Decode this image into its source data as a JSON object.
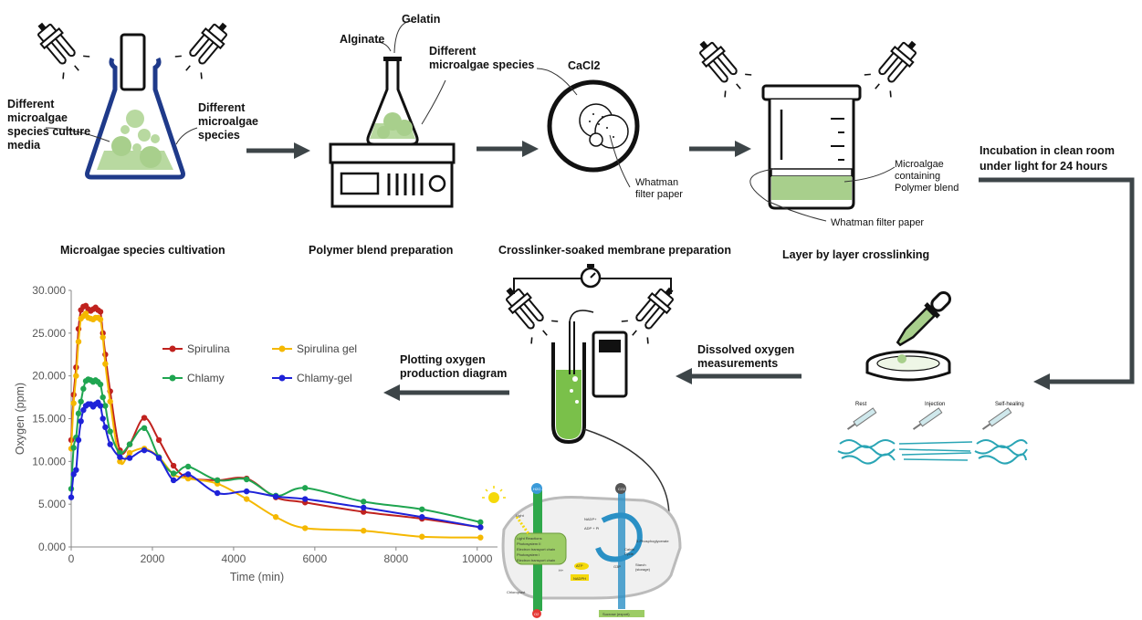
{
  "labels": {
    "media": "Different\nmicroalgae\nspecies culture\nmedia",
    "species": "Different\nmicroalgae\nspecies",
    "gelatin": "Gelatin",
    "alginate": "Alginate",
    "species2": "Different\nmicroalgae species",
    "cacl2": "CaCl2",
    "whatman1": "Whatman\nfilter paper",
    "mc_polymer": "Microalgae\ncontaining\nPolymer blend",
    "whatman2": "Whatman filter paper",
    "incubation": "Incubation in clean room\nunder light for 24 hours",
    "do_meas": "Dissolved oxygen\nmeasurements",
    "plotting": "Plotting oxygen\nproduction diagram",
    "rest": "Rest",
    "injection": "Injection",
    "selfheal": "Self-healing"
  },
  "captions": {
    "step1": "Microalgae species cultivation",
    "step2": "Polymer blend preparation",
    "step3": "Crosslinker-soaked membrane preparation",
    "step4": "Layer by layer crosslinking"
  },
  "colors": {
    "arrow": "#3d4548",
    "green": "#a8cf8c",
    "navy": "#1f3a8a",
    "teal": "#2aa5b5"
  },
  "chart_data": {
    "type": "line",
    "xlabel": "Time (min)",
    "ylabel": "Oxygen (ppm)",
    "xlim": [
      0,
      10500
    ],
    "ylim": [
      0,
      30
    ],
    "xticks": [
      "0",
      "2000",
      "4000",
      "6000",
      "8000",
      "10000"
    ],
    "yticks": [
      "0.000",
      "5.000",
      "10.000",
      "15.000",
      "20.000",
      "25.000",
      "30.000"
    ],
    "legend_position": "top-center",
    "series": [
      {
        "name": "Spirulina",
        "color": "#c0221e",
        "x": [
          0,
          60,
          120,
          180,
          240,
          300,
          360,
          420,
          480,
          540,
          600,
          660,
          720,
          780,
          840,
          960,
          1200,
          1440,
          1800,
          2160,
          2520,
          2880,
          3600,
          4320,
          5040,
          5760,
          7200,
          8640,
          10080
        ],
        "y": [
          12.5,
          17.8,
          21,
          25.5,
          27.7,
          28.1,
          28.2,
          27.8,
          27.6,
          27.8,
          28,
          27.7,
          27.5,
          25,
          22.5,
          18.2,
          11.3,
          12,
          15.1,
          12.5,
          9.5,
          8.1,
          7.8,
          8,
          5.8,
          5.2,
          4.1,
          3.3,
          2.3
        ]
      },
      {
        "name": "Spirulina gel",
        "color": "#f5b800",
        "x": [
          0,
          60,
          120,
          180,
          240,
          300,
          360,
          420,
          480,
          540,
          600,
          660,
          720,
          780,
          840,
          960,
          1200,
          1440,
          1800,
          2160,
          2520,
          2880,
          3600,
          4320,
          5040,
          5760,
          7200,
          8640,
          10080
        ],
        "y": [
          11.5,
          16.8,
          20,
          24,
          26.7,
          27,
          27.3,
          26.8,
          26.7,
          26.6,
          26.8,
          26.8,
          26.6,
          24.5,
          21.4,
          17,
          10,
          11,
          11.5,
          10.5,
          8.5,
          8,
          7.4,
          5.6,
          3.5,
          2.2,
          1.9,
          1.2,
          1.1
        ]
      },
      {
        "name": "Chlamy",
        "color": "#1fa550",
        "x": [
          0,
          60,
          120,
          180,
          240,
          300,
          360,
          420,
          480,
          540,
          600,
          660,
          720,
          780,
          840,
          960,
          1200,
          1440,
          1800,
          2160,
          2520,
          2880,
          3600,
          4320,
          5040,
          5760,
          7200,
          8640,
          10080
        ],
        "y": [
          6.8,
          11.6,
          12.8,
          15.6,
          17,
          18.5,
          19.4,
          19.6,
          19.5,
          19.3,
          19.5,
          19.3,
          19,
          17.5,
          16.5,
          13.5,
          11,
          12,
          13.9,
          10.5,
          8.6,
          9.4,
          7.8,
          7.9,
          6,
          6.9,
          5.3,
          4.4,
          2.9
        ]
      },
      {
        "name": "Chlamy-gel",
        "color": "#1e22d8",
        "x": [
          0,
          60,
          120,
          180,
          240,
          300,
          360,
          420,
          480,
          540,
          600,
          660,
          720,
          780,
          840,
          960,
          1200,
          1440,
          1800,
          2160,
          2520,
          2880,
          3600,
          4320,
          5040,
          5760,
          7200,
          8640,
          10080
        ],
        "y": [
          5.8,
          8.5,
          9,
          12.5,
          14.7,
          16,
          16.5,
          16.7,
          16.7,
          16.4,
          16.7,
          16.9,
          16.5,
          15,
          14,
          12,
          10.5,
          10.4,
          11.3,
          10.4,
          7.8,
          8.5,
          6.3,
          6.5,
          5.9,
          5.6,
          4.6,
          3.5,
          2.3
        ]
      }
    ]
  }
}
